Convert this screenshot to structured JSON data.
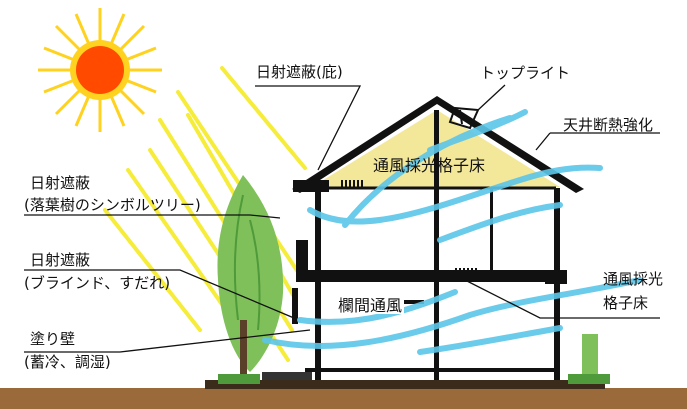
{
  "labels": {
    "roof_shading": "日射遮蔽(庇)",
    "top_light": "トップライト",
    "ceiling_insulation": "天井断熱強化",
    "upper_floor_lattice": "通風採光格子床",
    "tree_shading_line1": "日射遮蔽",
    "tree_shading_line2": "(落葉樹のシンボルツリー)",
    "blind_shading_line1": "日射遮蔽",
    "blind_shading_line2": "(ブラインド、すだれ)",
    "transom_ventilation": "欄間通風",
    "right_lattice_line1": "通風採光",
    "right_lattice_line2": "格子床",
    "plaster_wall_line1": "塗り壁",
    "plaster_wall_line2": "(蓄冷、調湿)"
  },
  "colors": {
    "sun_core": "#ff4a00",
    "sun_rays": "#ffd21f",
    "sunbeams": "#f6ec3a",
    "wind": "#5cc6e8",
    "tree": "#7fc05a",
    "roof_insulation": "#f3e79a",
    "structure": "#111111",
    "ground": "#9a6a3a"
  },
  "icons": [
    "sun-icon",
    "tree-icon",
    "wind-flow-icon",
    "skylight-icon",
    "shrub-icon"
  ]
}
